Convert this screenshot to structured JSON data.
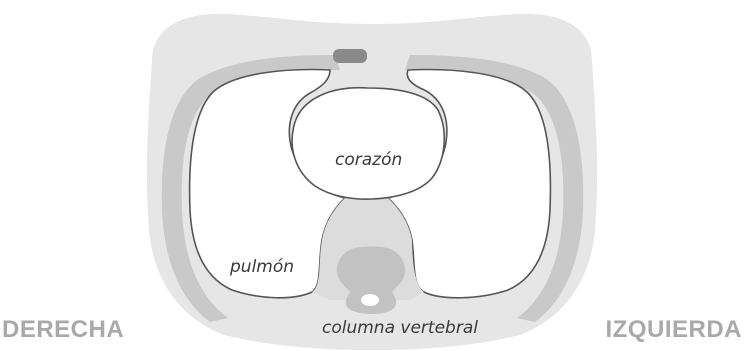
{
  "labels": {
    "heart": "corazón",
    "lung": "pulmón",
    "spine": "columna vertebral",
    "right_side": "DERECHA",
    "left_side": "IZQUIERDA"
  },
  "colors": {
    "body": "#e6e6e6",
    "bone": "#c9c9c9",
    "sternum": "#8a8a8a",
    "organ_fill": "#ffffff",
    "outline": "#555555",
    "side_label": "#a9a9a9"
  }
}
